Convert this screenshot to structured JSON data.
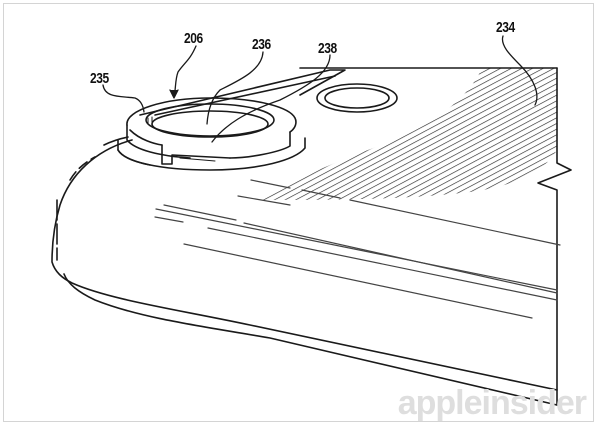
{
  "figure": {
    "type": "patent-drawing",
    "subject": "device camera lens ring",
    "reference_numerals": [
      {
        "id": "206",
        "label": "206"
      },
      {
        "id": "235",
        "label": "235"
      },
      {
        "id": "236",
        "label": "236"
      },
      {
        "id": "238",
        "label": "238"
      },
      {
        "id": "234",
        "label": "234"
      }
    ]
  },
  "watermark": {
    "text": "appleinsider",
    "color": "#dedede"
  },
  "colors": {
    "line": "#1a1a1a",
    "frame": "#d4d4d4",
    "background": "#ffffff"
  }
}
